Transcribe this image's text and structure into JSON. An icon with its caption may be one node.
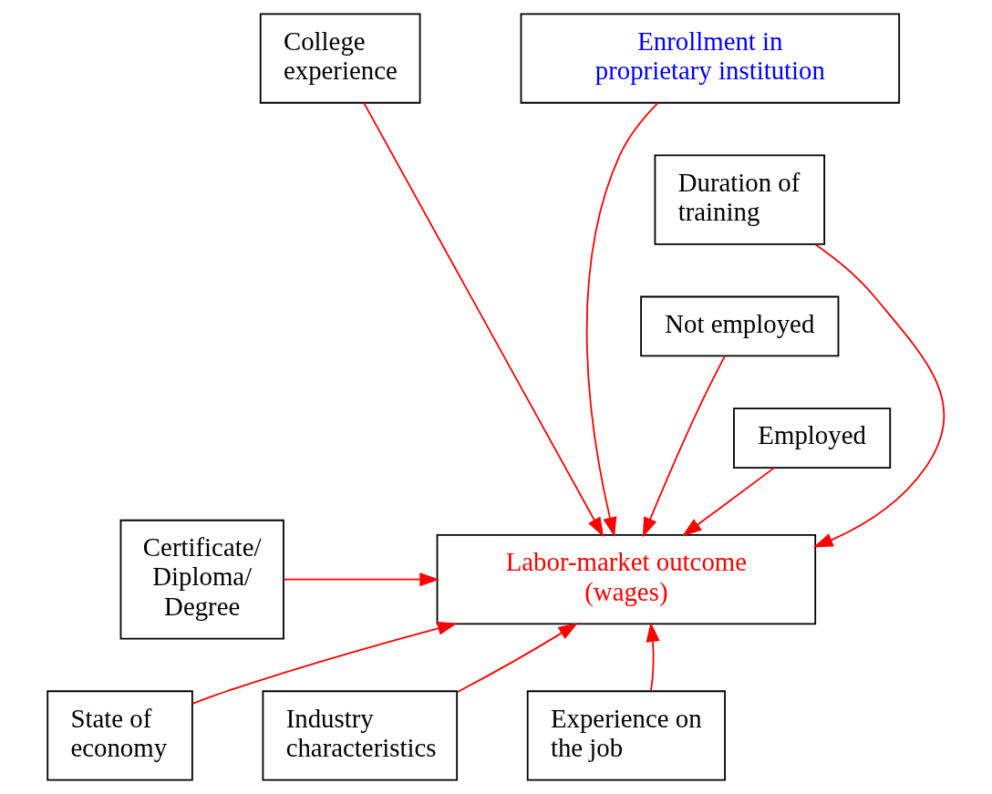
{
  "diagram": {
    "nodes": [
      {
        "text": [
          "College experience"
        ]
      },
      {
        "text": [
          "Enrollment in proprietary institution"
        ]
      },
      {
        "text": [
          "Duration of training"
        ]
      },
      {
        "text": [
          "Not employed"
        ]
      },
      {
        "text": [
          "Employed"
        ]
      },
      {
        "text": [
          "Certificate/ Diploma/ Degree"
        ]
      },
      {
        "text": [
          "Labor-market outcome (wages)"
        ]
      },
      {
        "text": [
          "State of economy"
        ]
      },
      {
        "text": [
          "Experience on the job"
        ]
      },
      {
        "text": [
          "Industry characteristics"
        ]
      }
    ],
    "edges": [
      {
        "from": 0,
        "to": 6,
        "arrow": "to"
      },
      {
        "from": 1,
        "to": 6,
        "arrow": "to"
      },
      {
        "from": 2,
        "to": 6,
        "arrow": "to"
      },
      {
        "from": 3,
        "to": 6,
        "arrow": "to"
      },
      {
        "from": 4,
        "to": 6,
        "arrow": "to"
      },
      {
        "from": 5,
        "to": 6,
        "arrow": "to"
      },
      {
        "from": 7,
        "to": 6,
        "arrow": "to"
      },
      {
        "from": 8,
        "to": 6,
        "arrow": "to"
      },
      {
        "from": 9,
        "to": 6,
        "arrow": "to"
      }
    ]
  }
}
